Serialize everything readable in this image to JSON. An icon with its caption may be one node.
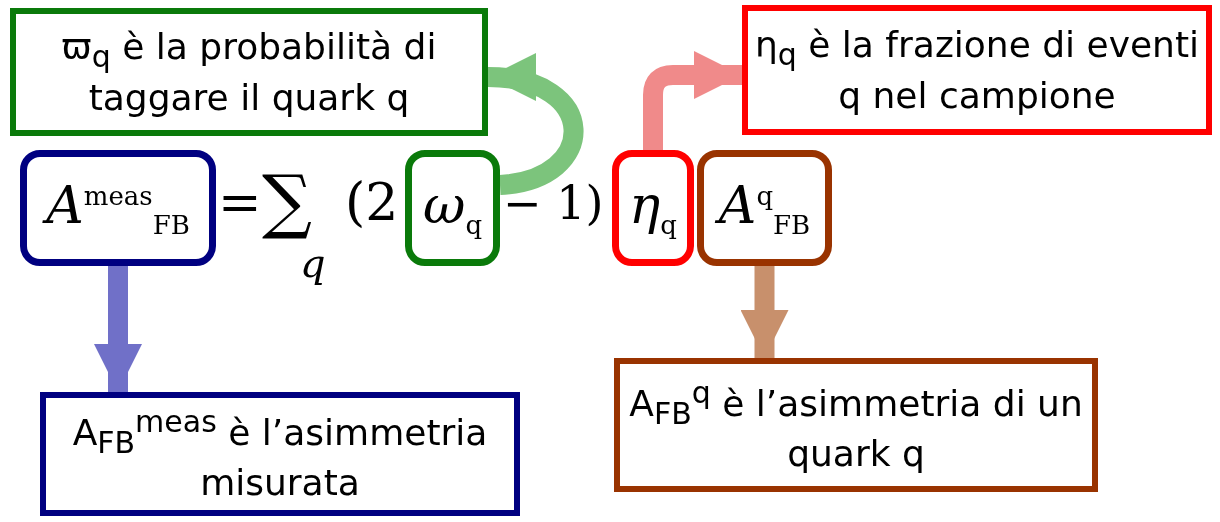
{
  "diagram": {
    "nodes": [
      {
        "text": [
          "ϖ$_{q}$ è la probabilità di taggare il quark q"
        ]
      },
      {
        "text": [
          "η$_{q}$ è la frazione di eventi q nel campione"
        ]
      },
      {
        "text": [
          "A$^{meas}$$_{FB}$"
        ]
      },
      {
        "text": [
          "ω$_{q}$"
        ]
      },
      {
        "text": [
          "η$_{q}$"
        ]
      },
      {
        "text": [
          "A$^{q}$$_{FB}$"
        ]
      },
      {
        "text": [
          "A$_{FB}$$^{meas}$ è l’asimmetria misurata"
        ]
      },
      {
        "text": [
          "A$_{FB}$$^{q}$ è l’asimmetria di un quark q"
        ]
      }
    ],
    "edges": [
      {
        "from": 3,
        "to": 0,
        "arrow": "to",
        "color": "#7cc47c"
      },
      {
        "from": 4,
        "to": 1,
        "arrow": "to",
        "color": "#f08a8a"
      },
      {
        "from": 2,
        "to": 6,
        "arrow": "to",
        "color": "#7070c8"
      },
      {
        "from": 5,
        "to": 7,
        "arrow": "to",
        "color": "#c8906c"
      }
    ],
    "labels": [
      "=",
      "∑",
      "q",
      "(2",
      "− 1)"
    ]
  }
}
